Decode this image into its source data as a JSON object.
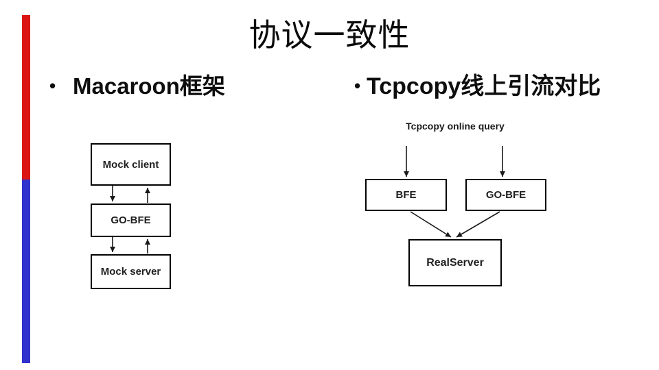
{
  "slide": {
    "title": "协议一致性",
    "accent_bar": {
      "red_color": "#DB1414",
      "blue_color": "#3131CE"
    },
    "left_section": {
      "bullet_marker": "•",
      "heading": "Macaroon框架",
      "diagram": {
        "nodes": [
          {
            "label": "Mock client"
          },
          {
            "label": "GO-BFE"
          },
          {
            "label": "Mock server"
          }
        ],
        "flow": "Mock client <-> GO-BFE <-> Mock server"
      }
    },
    "right_section": {
      "bullet_marker": "•",
      "heading": "Tcpcopy线上引流对比",
      "diagram": {
        "caption": "Tcpcopy online query",
        "nodes": [
          {
            "label": "BFE"
          },
          {
            "label": "GO-BFE"
          },
          {
            "label": "RealServer"
          }
        ],
        "flow": "Tcpcopy online query -> BFE, GO-BFE -> RealServer"
      }
    }
  }
}
